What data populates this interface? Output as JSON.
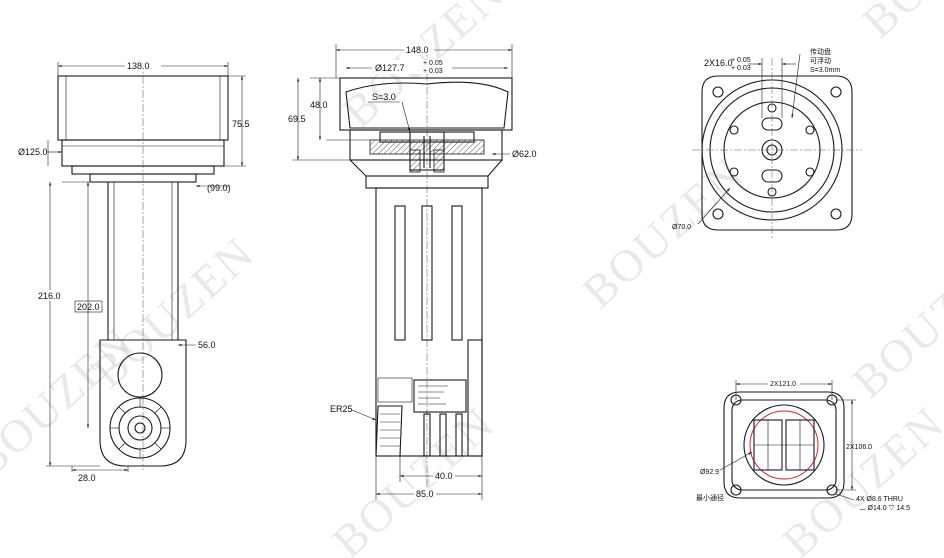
{
  "watermark": "BOUZEN",
  "view_left": {
    "dim_width": "138.0",
    "dim_height_flange": "75.5",
    "dim_dia_flange": "Ø125.0",
    "dim_offset": "(99.0)",
    "dim_length_total": "216.0",
    "dim_length_boxed": "202.0",
    "dim_width_arm": "56.0",
    "dim_bottom": "28.0"
  },
  "view_middle": {
    "dim_width_top": "148.0",
    "dim_pilot_dia": "Ø127.7",
    "tol_plus": "+ 0.05",
    "tol_plus2": "+ 0.03",
    "dim_48": "48.0",
    "dim_69": "69.5",
    "dim_s": "S=3.0",
    "dim_shaft_dia": "Ø62.0",
    "label_collet": "ER25",
    "dim_40": "40.0",
    "dim_85": "85.0"
  },
  "view_top_right": {
    "dim_slot": "2X16.0",
    "tol_plus": "+ 0.05",
    "tol_plus2": "+ 0.03",
    "note_line1": "传动盘",
    "note_line2": "可浮动",
    "note_line3": "S=3.0mm",
    "dim_dia": "Ø70.0"
  },
  "view_bottom_right": {
    "dim_x": "2X121.0",
    "dim_y": "2X106.0",
    "dim_dia": "Ø92.9",
    "label_min": "最小通径",
    "hole_note_1": "4X Ø8.6 THRU",
    "hole_note_2": "⌴ Ø14.0 ▽ 14.5"
  }
}
